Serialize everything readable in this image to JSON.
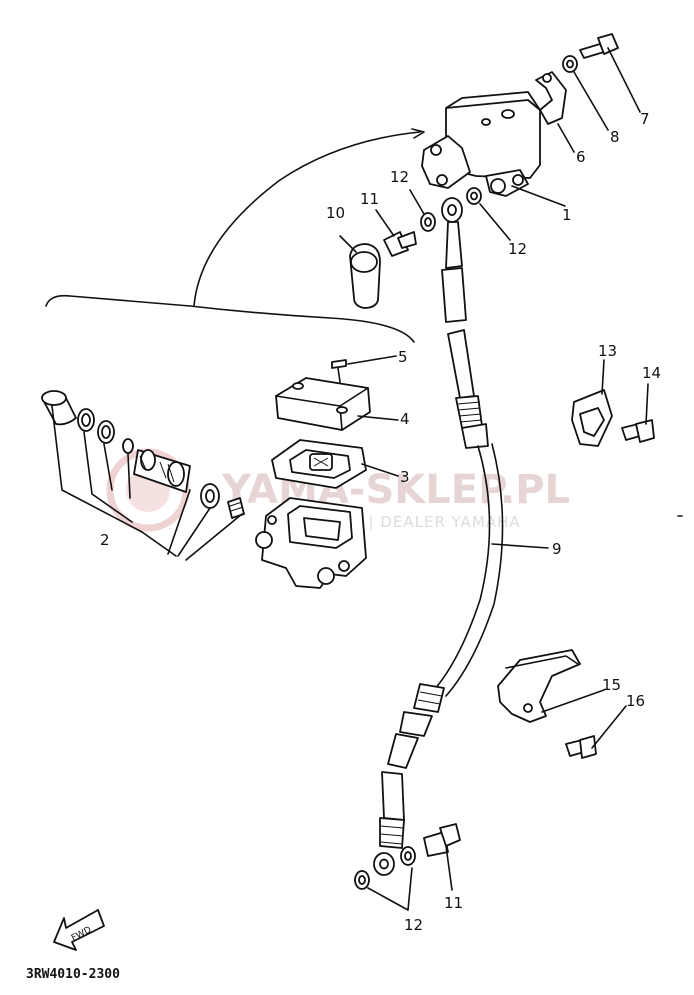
{
  "watermark": {
    "brand": "YAMA-SKLEP.PL",
    "tagline": "CZ | DEALER YAMAHA"
  },
  "diagram_code": "3RW4010-2300",
  "fwd_label": "FWD",
  "callouts": {
    "c1": "1",
    "c2": "2",
    "c3": "3",
    "c4": "4",
    "c5": "5",
    "c6": "6",
    "c7": "7",
    "c8": "8",
    "c9": "9",
    "c10": "10",
    "c11_top": "11",
    "c11_bottom": "11",
    "c12_top": "12",
    "c12_mid": "12",
    "c12_bottom": "12",
    "c13": "13",
    "c14": "14",
    "c15": "15",
    "c16": "16"
  },
  "colors": {
    "ink": "#111111",
    "watermark": "#e7d4d4"
  }
}
